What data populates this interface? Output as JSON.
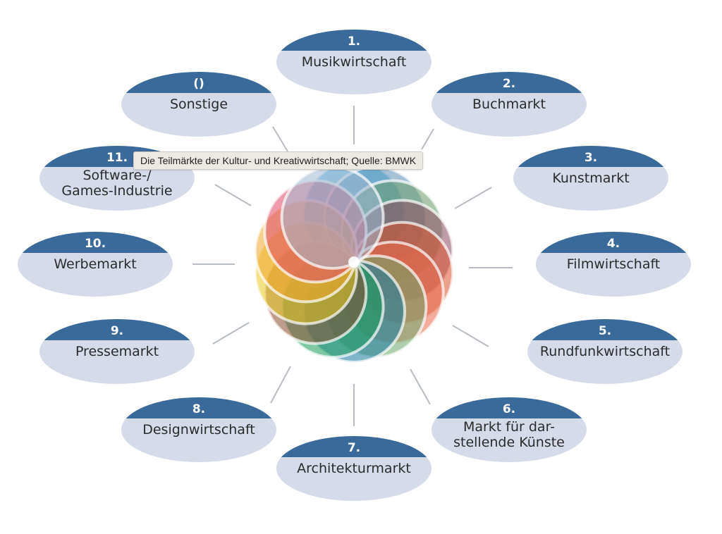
{
  "tooltip": {
    "text": "Die Teilmärkte der Kultur- und Kreativwirtschaft; Quelle: BMWK"
  },
  "colors": {
    "header_blue": "#3a6a9a",
    "node_fill": "#d5dbe8",
    "connector": "#b7bcc2",
    "label_text": "#2b2b2b"
  },
  "center": {
    "name": "Kultur- und Kreativwirtschaft Rosette",
    "petal_colors": [
      "#2a9fd6",
      "#5b8fb5",
      "#6a9a6a",
      "#8a4a60",
      "#d8532e",
      "#e86a4a",
      "#6aa86a",
      "#1a7aa0",
      "#1a9a5a",
      "#8a4a30",
      "#e8c820",
      "#f0a830",
      "#e04a6a",
      "#a0b8d0"
    ]
  },
  "nodes": [
    {
      "id": "1",
      "number": "1.",
      "lines": [
        "Musikwirtschaft"
      ]
    },
    {
      "id": "2",
      "number": "2.",
      "lines": [
        "Buchmarkt"
      ]
    },
    {
      "id": "3",
      "number": "3.",
      "lines": [
        "Kunstmarkt"
      ]
    },
    {
      "id": "4",
      "number": "4.",
      "lines": [
        "Filmwirtschaft"
      ]
    },
    {
      "id": "5",
      "number": "5.",
      "lines": [
        "Rundfunkwirtschaft"
      ]
    },
    {
      "id": "6",
      "number": "6.",
      "lines": [
        "Markt für dar-",
        "stellende Künste"
      ]
    },
    {
      "id": "7",
      "number": "7.",
      "lines": [
        "Architekturmarkt"
      ]
    },
    {
      "id": "8",
      "number": "8.",
      "lines": [
        "Designwirtschaft"
      ]
    },
    {
      "id": "9",
      "number": "9.",
      "lines": [
        "Pressemarkt"
      ]
    },
    {
      "id": "10",
      "number": "10.",
      "lines": [
        "Werbemarkt"
      ]
    },
    {
      "id": "11",
      "number": "11.",
      "lines": [
        "Software-/",
        "Games-Industrie"
      ]
    },
    {
      "id": "other",
      "number": "()",
      "lines": [
        "Sonstige"
      ]
    }
  ]
}
